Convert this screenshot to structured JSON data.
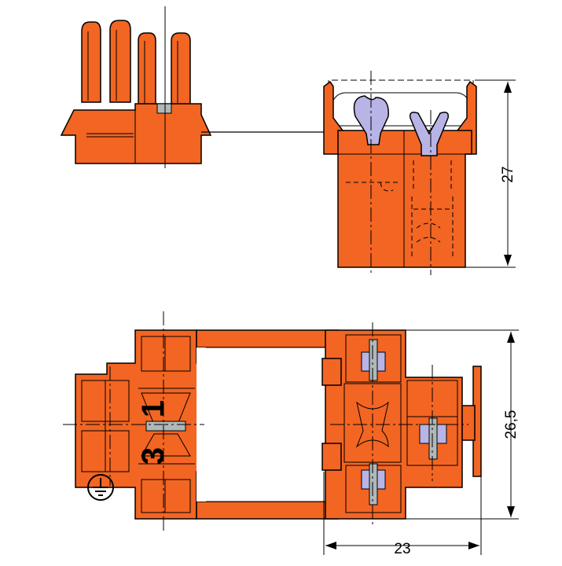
{
  "colors": {
    "housing": "#f26522",
    "outline": "#000000",
    "contact": "#b8b4e6",
    "contact_metal": "#b0b8b8",
    "background": "#ffffff"
  },
  "dimensions": {
    "height_side": "27",
    "height_front": "26,5",
    "width_front": "23"
  },
  "pin_labels": {
    "top": "1",
    "bottom": "3"
  },
  "icons": {
    "ground": "ground-icon"
  }
}
